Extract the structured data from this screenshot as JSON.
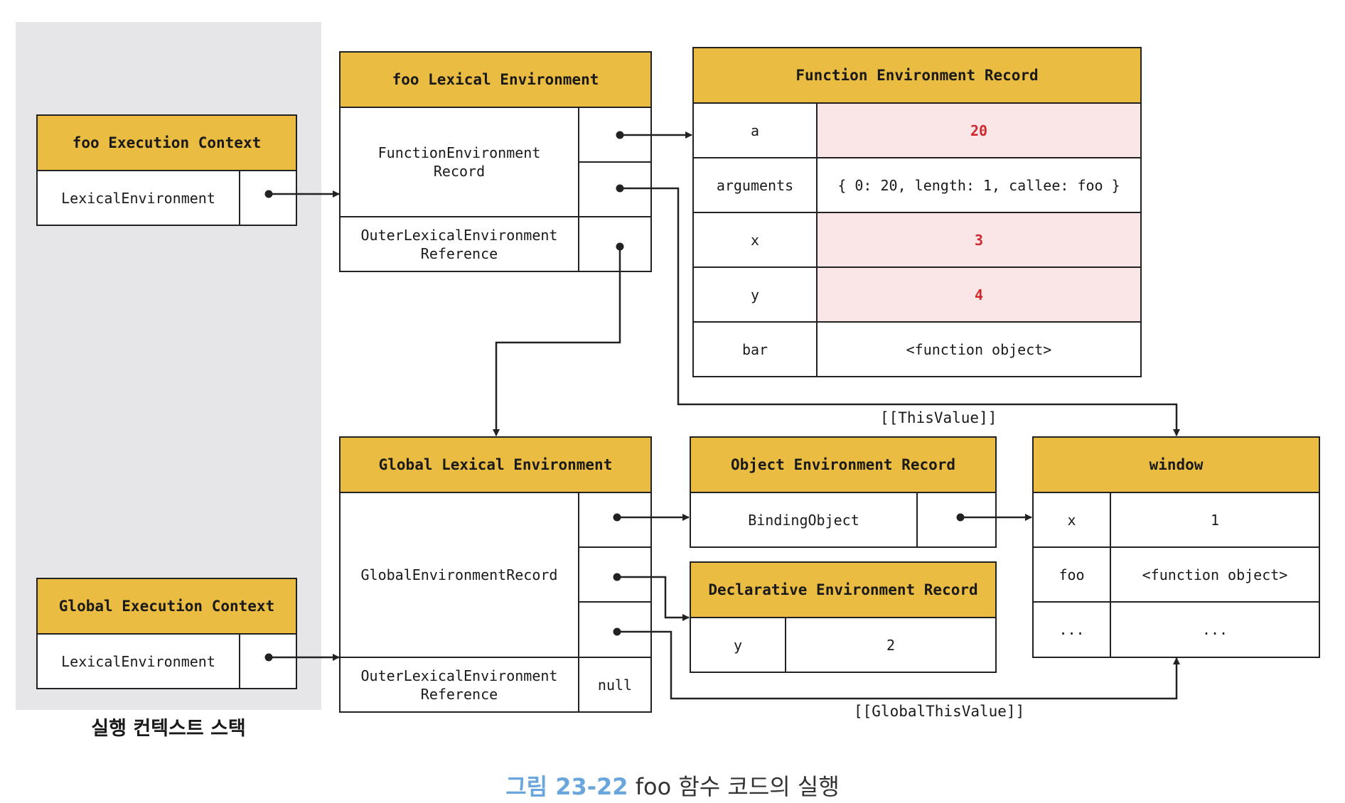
{
  "stack": {
    "title": "실행 컨텍스트 스택",
    "foo_ec": {
      "title": "foo Execution Context",
      "field": "LexicalEnvironment"
    },
    "global_ec": {
      "title": "Global Execution Context",
      "field": "LexicalEnvironment"
    }
  },
  "foo_le": {
    "title": "foo Lexical Environment",
    "record": "FunctionEnvironment\nRecord",
    "outer": "OuterLexicalEnvironment\nReference"
  },
  "fer": {
    "title": "Function Environment Record",
    "rows": [
      {
        "key": "a",
        "value": "20",
        "highlight": true
      },
      {
        "key": "arguments",
        "value": "{ 0: 20, length: 1, callee: foo }",
        "highlight": false
      },
      {
        "key": "x",
        "value": "3",
        "highlight": true
      },
      {
        "key": "y",
        "value": "4",
        "highlight": true
      },
      {
        "key": "bar",
        "value": "<function object>",
        "highlight": false
      }
    ]
  },
  "global_le": {
    "title": "Global Lexical Environment",
    "record": "GlobalEnvironmentRecord",
    "outer": "OuterLexicalEnvironment\nReference",
    "outer_value": "null"
  },
  "oer": {
    "title": "Object Environment Record",
    "field": "BindingObject"
  },
  "der": {
    "title": "Declarative Environment Record",
    "rows": [
      {
        "key": "y",
        "value": "2"
      }
    ]
  },
  "window": {
    "title": "window",
    "rows": [
      {
        "key": "x",
        "value": "1"
      },
      {
        "key": "foo",
        "value": "<function object>"
      },
      {
        "key": "...",
        "value": "..."
      }
    ]
  },
  "labels": {
    "this_value": "[[ThisValue]]",
    "global_this_value": "[[GlobalThisValue]]"
  },
  "caption": {
    "figure": "그림 23-22",
    "text": " foo 함수 코드의 실행"
  },
  "colors": {
    "header": "#ebbc42",
    "highlight_bg": "#fbe6e7",
    "highlight_text": "#d1282d",
    "caption_accent": "#6aa6dc"
  }
}
